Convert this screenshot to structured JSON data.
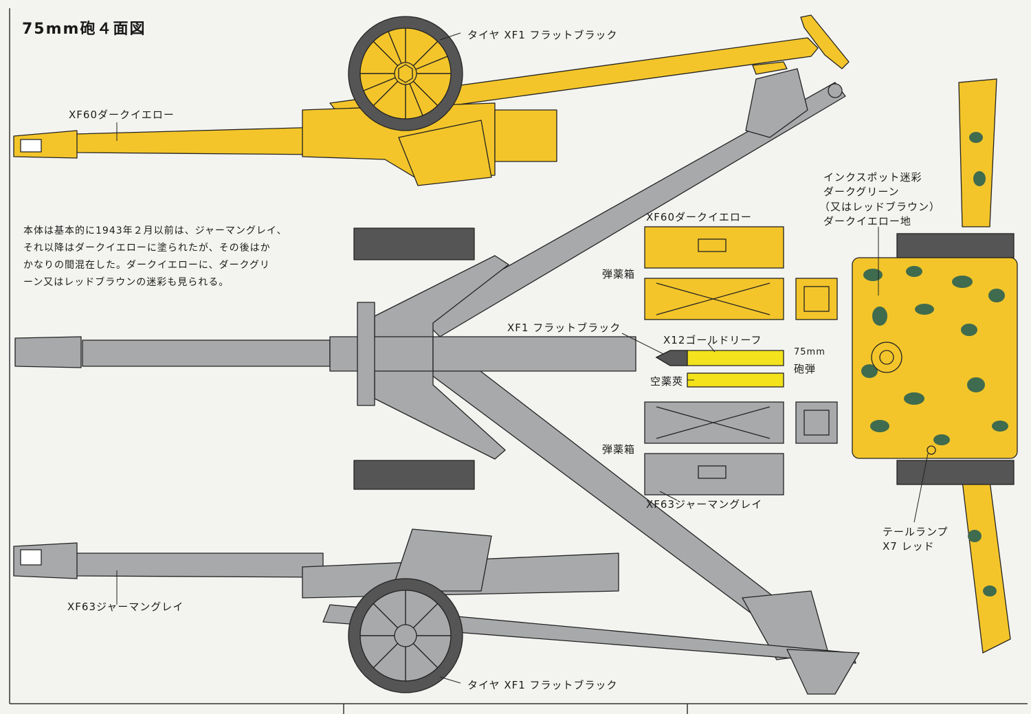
{
  "title": "75mm砲４面図",
  "note_lines": [
    "本体は基本的に1943年２月以前は、ジャーマングレイ、",
    "それ以降はダークイエローに塗られたが、その後はか",
    "かなりの間混在した。ダークイエローに、ダークグリ",
    "ーン又はレッドブラウンの迷彩も見られる。"
  ],
  "labels": {
    "tire_top": "タイヤ XF1 フラットブラック",
    "dark_yellow_top": "XF60ダークイエロー",
    "dark_yellow_box": "XF60ダークイエロー",
    "ammo_box_1": "弾薬箱",
    "ammo_box_2": "弾薬箱",
    "flat_black": "XF1 フラットブラック",
    "gold_leaf": "X12ゴールドリーフ",
    "shell_75": "75mm",
    "shell": "砲弾",
    "empty_case": "空薬莢",
    "german_grey_box": "XF63ジャーマングレイ",
    "german_grey_side": "XF63ジャーマングレイ",
    "tire_bottom": "タイヤ XF1 フラットブラック",
    "camo_1": "インクスポット迷彩",
    "camo_2": "ダークグリーン",
    "camo_3": "（又はレッドブラウン）",
    "camo_4": "ダークイエロー地",
    "tail_lamp_1": "テールランプ",
    "tail_lamp_2": "X7 レッド"
  },
  "colors": {
    "dark_yellow": "#f3c52a",
    "german_grey": "#a7a9ab",
    "flat_black": "#555555",
    "dark_green": "#3f6b4e",
    "gold": "#f3e21c",
    "background": "#f3f3f0"
  }
}
